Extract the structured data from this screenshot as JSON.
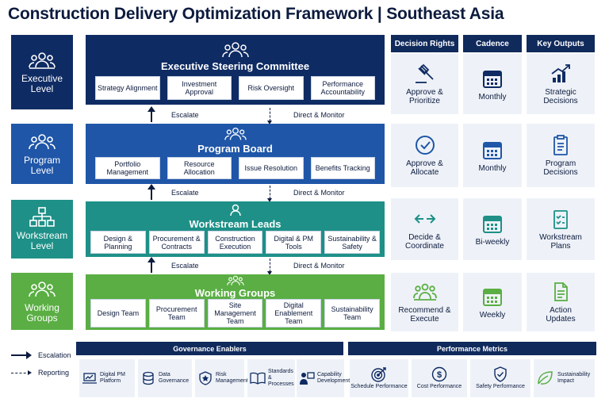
{
  "title": "Construction Delivery Optimization Framework | Southeast Asia",
  "colors": {
    "executive": "#0f2b63",
    "program": "#1f56a8",
    "workstream": "#1e9087",
    "working": "#5aae43",
    "header": "#102a5c"
  },
  "levels": [
    {
      "label": "Executive Level",
      "icon": "group-icon"
    },
    {
      "label": "Program Level",
      "icon": "group-icon"
    },
    {
      "label": "Workstream Level",
      "icon": "org-chart-icon"
    },
    {
      "label": "Working Groups",
      "icon": "group-icon"
    }
  ],
  "tiers": [
    {
      "title": "Executive Steering Committee",
      "boxes": [
        "Strategy Alignment",
        "Investment Approval",
        "Risk Oversight",
        "Performance Accountability"
      ]
    },
    {
      "title": "Program Board",
      "boxes": [
        "Portfolio Management",
        "Resource Allocation",
        "Issue Resolution",
        "Benefits Tracking"
      ]
    },
    {
      "title": "Workstream Leads",
      "boxes": [
        "Design & Planning",
        "Procurement & Contracts",
        "Construction Execution",
        "Digital & PM Tools",
        "Sustainability & Safety"
      ]
    },
    {
      "title": "Working Groups",
      "boxes": [
        "Design Team",
        "Procurement Team",
        "Site Management Team",
        "Digital Enablement Team",
        "Sustainability Team"
      ]
    }
  ],
  "arrows": {
    "escalate": "Escalate",
    "direct": "Direct & Monitor"
  },
  "columns": {
    "headers": [
      "Decision Rights",
      "Cadence",
      "Key Outputs"
    ]
  },
  "rows": [
    {
      "decision": "Approve & Prioritize",
      "decision_icon": "gavel-icon",
      "cadence": "Monthly",
      "output": "Strategic Decisions",
      "output_icon": "rising-chart-icon"
    },
    {
      "decision": "Approve & Allocate",
      "decision_icon": "check-circle-icon",
      "cadence": "Monthly",
      "output": "Program Decisions",
      "output_icon": "clipboard-icon"
    },
    {
      "decision": "Decide & Coordinate",
      "decision_icon": "exchange-arrows-icon",
      "cadence": "Bi-weekly",
      "output": "Workstream Plans",
      "output_icon": "checklist-icon"
    },
    {
      "decision": "Recommend & Execute",
      "decision_icon": "team-icon",
      "cadence": "Weekly",
      "output": "Action Updates",
      "output_icon": "document-icon"
    }
  ],
  "legend": {
    "escalation": "Escalation",
    "reporting": "Reporting"
  },
  "governance": {
    "title": "Governance Enablers",
    "items": [
      {
        "label": "Digital PM Platform",
        "icon": "laptop-chart-icon"
      },
      {
        "label": "Data Governance",
        "icon": "database-icon"
      },
      {
        "label": "Risk Management",
        "icon": "shield-star-icon"
      },
      {
        "label": "Standards & Processes",
        "icon": "book-icon"
      },
      {
        "label": "Capability Development",
        "icon": "presenter-icon"
      }
    ]
  },
  "metrics": {
    "title": "Performance Metrics",
    "items": [
      {
        "label": "Schedule Performance",
        "icon": "target-icon"
      },
      {
        "label": "Cost Performance",
        "icon": "dollar-icon"
      },
      {
        "label": "Safety Performance",
        "icon": "shield-check-icon"
      },
      {
        "label": "Sustainability Impact",
        "icon": "leaf-icon"
      }
    ]
  }
}
